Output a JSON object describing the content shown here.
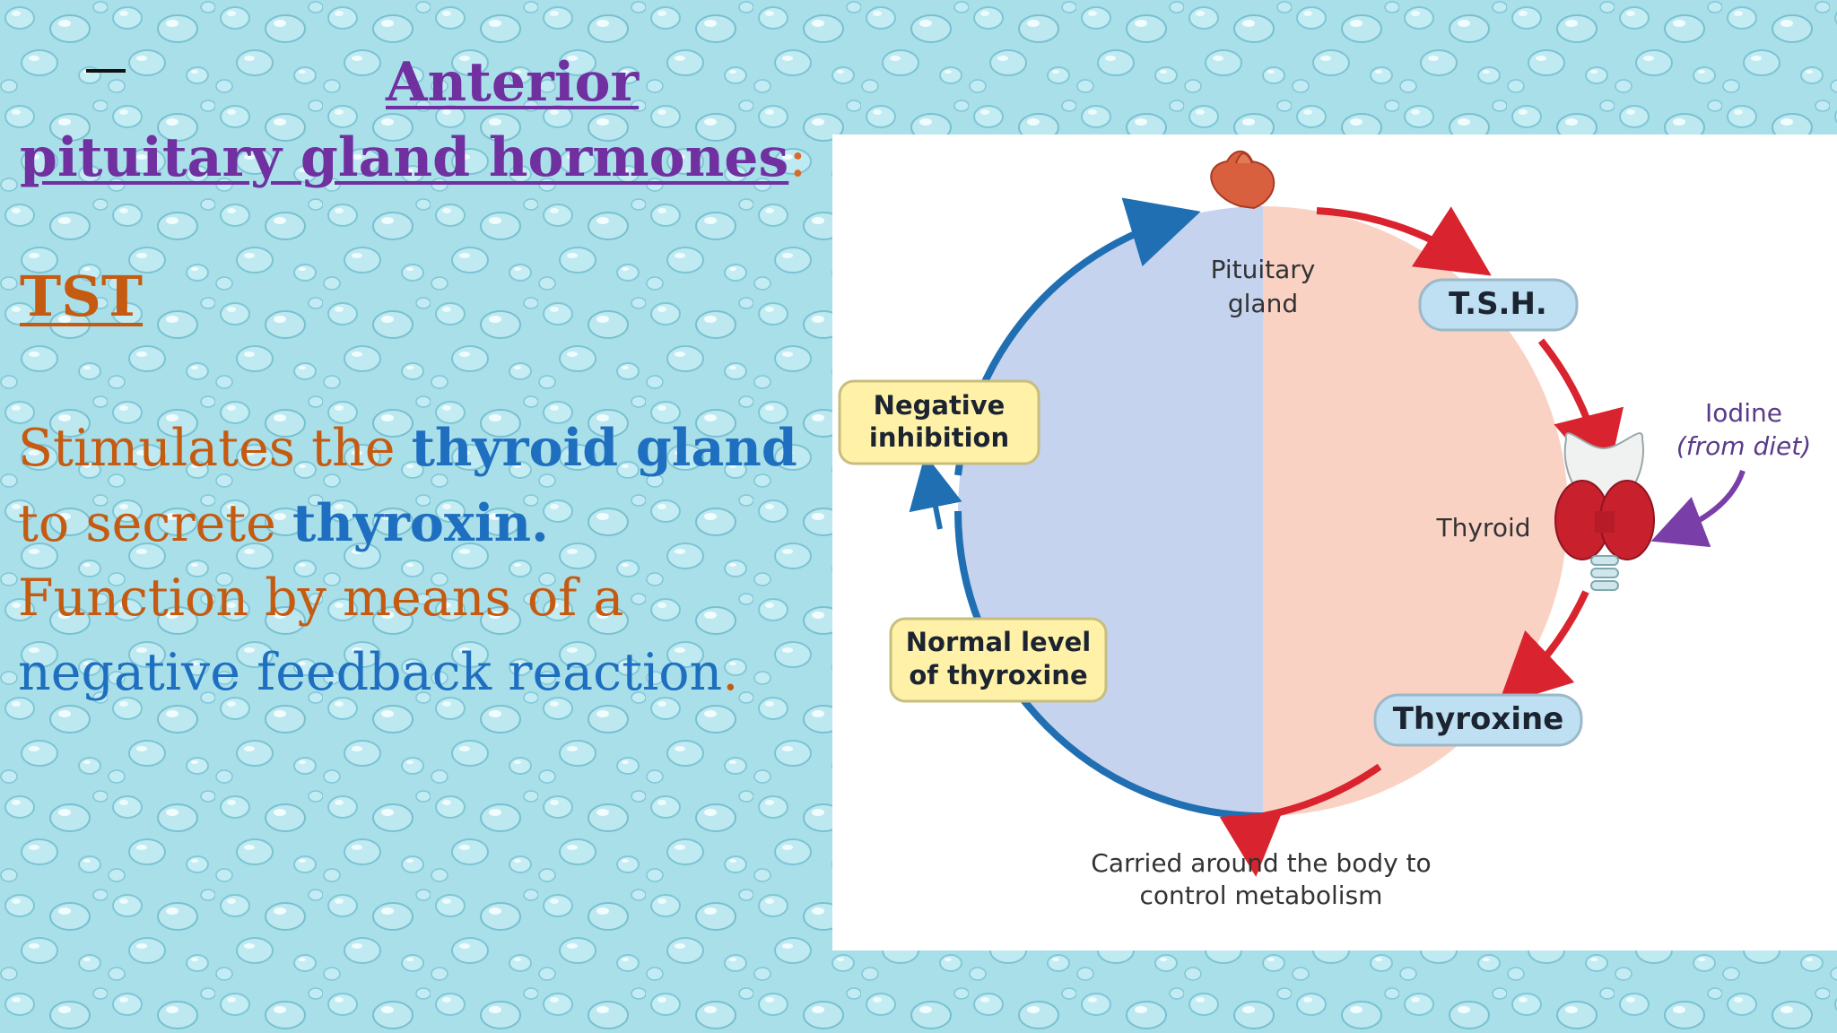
{
  "slide": {
    "title_part1": "Anterior",
    "title_part2": "pituitary gland hormones",
    "title_colon": ":",
    "subheading": "TST",
    "body": {
      "s1_a": "Stimulates the ",
      "s1_b": "thyroid gland",
      "s2_a": "to secrete ",
      "s2_b": "thyroxin.",
      "s3": "Function by means of a",
      "s4_a": "negative feedback reaction",
      "s4_b": "."
    }
  },
  "diagram": {
    "pituitary_label_1": "Pituitary",
    "pituitary_label_2": "gland",
    "tsh_label": "T.S.H.",
    "iodine_label_1": "Iodine",
    "iodine_label_2": "(from diet)",
    "thyroid_label": "Thyroid",
    "thyroxine_label": "Thyroxine",
    "negative_label_1": "Negative",
    "negative_label_2": "inhibition",
    "normal_label_1": "Normal level",
    "normal_label_2": "of thyroxine",
    "carried_label_1": "Carried around the body to",
    "carried_label_2": "control metabolism"
  },
  "colors": {
    "title": "#7030a0",
    "orange_text": "#c55a11",
    "blue_text": "#1f6fc0",
    "blue_arrow": "#1f6fb2",
    "red_arrow": "#d9232e",
    "left_half": "#c5d3ef",
    "right_half": "#f9d2c4"
  }
}
